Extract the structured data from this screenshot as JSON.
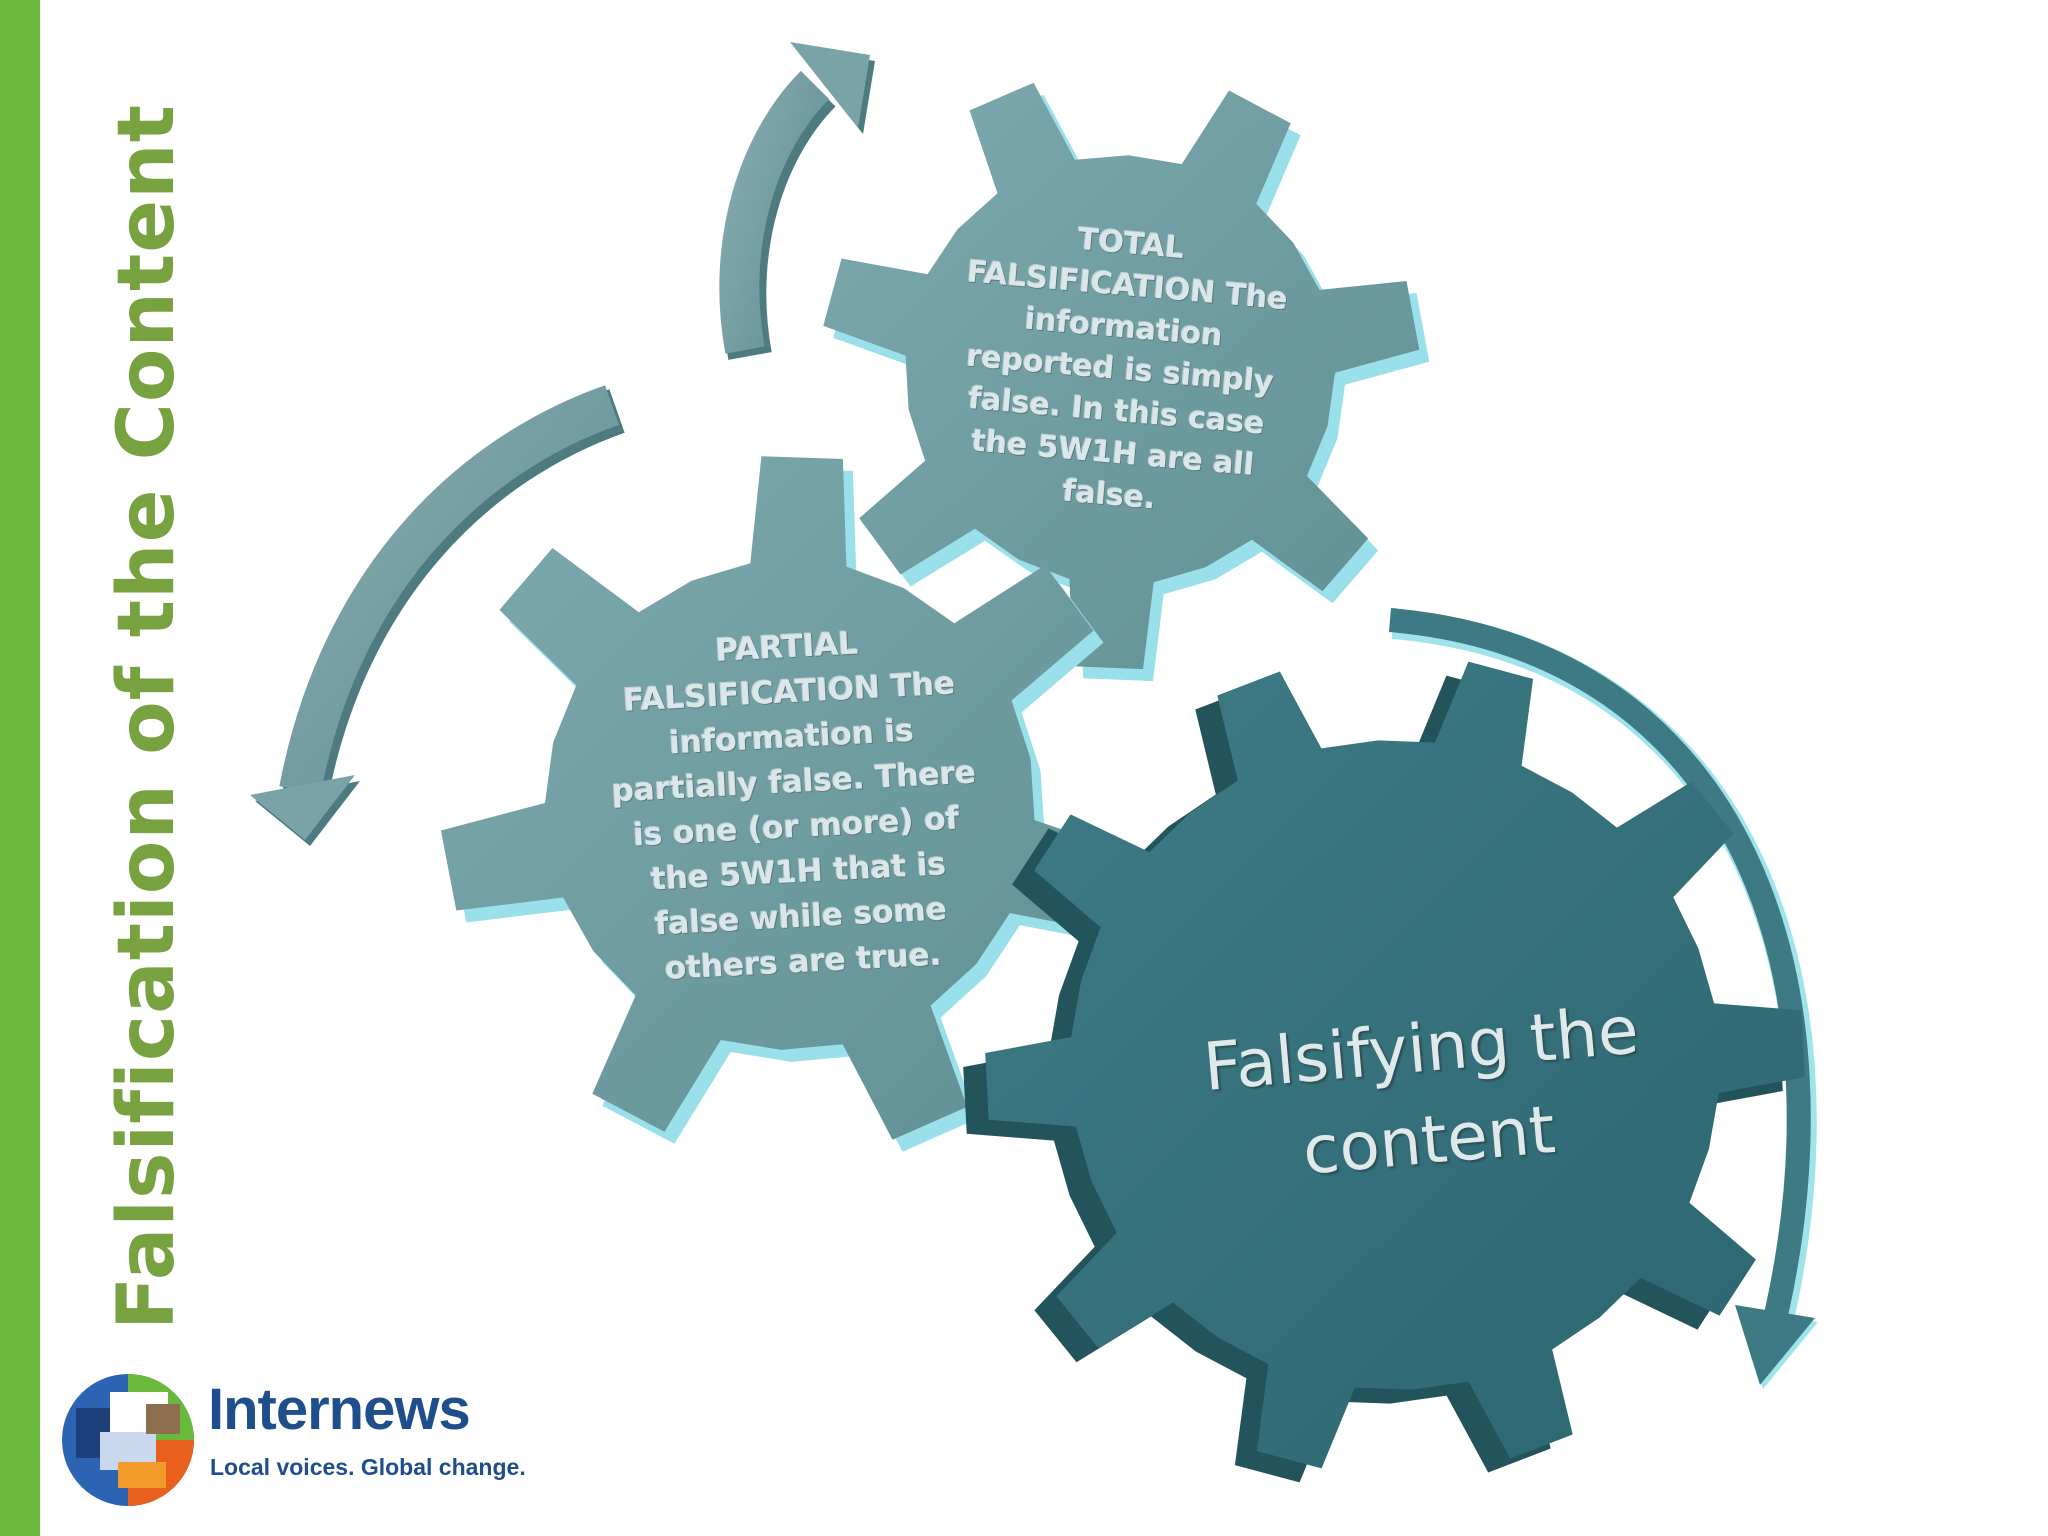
{
  "slide": {
    "title": "Falsification of the Content"
  },
  "diagram": {
    "main_gear": {
      "label": "Falsifying the content"
    },
    "total_gear": {
      "label": "TOTAL FALSIFICATION The information reported is simply false. In this case the 5W1H are all false."
    },
    "partial_gear": {
      "label": "PARTIAL FALSIFICATION The information is partially false. There is one (or more) of the 5W1H that is false while some others are true."
    }
  },
  "logo": {
    "name": "Internews",
    "tagline": "Local voices. Global change."
  },
  "colors": {
    "accent_green": "#6ab93c",
    "title_green": "#78a23f",
    "gear_light": "#6f9ea2",
    "gear_dark": "#33707a",
    "gear_edge": "#8fd6e0",
    "logo_blue": "#1f4e8c"
  }
}
